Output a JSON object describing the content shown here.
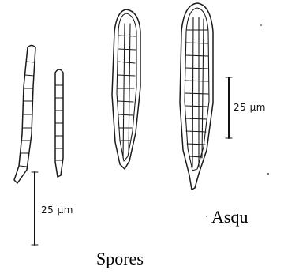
{
  "figure": {
    "labels": {
      "scale_spores": "25 µm",
      "scale_asci": "25 µm",
      "asci_caption": "Asqu",
      "spores_caption": "Spores"
    },
    "ink_color": "#1a1a1a",
    "background_color": "#ffffff"
  }
}
